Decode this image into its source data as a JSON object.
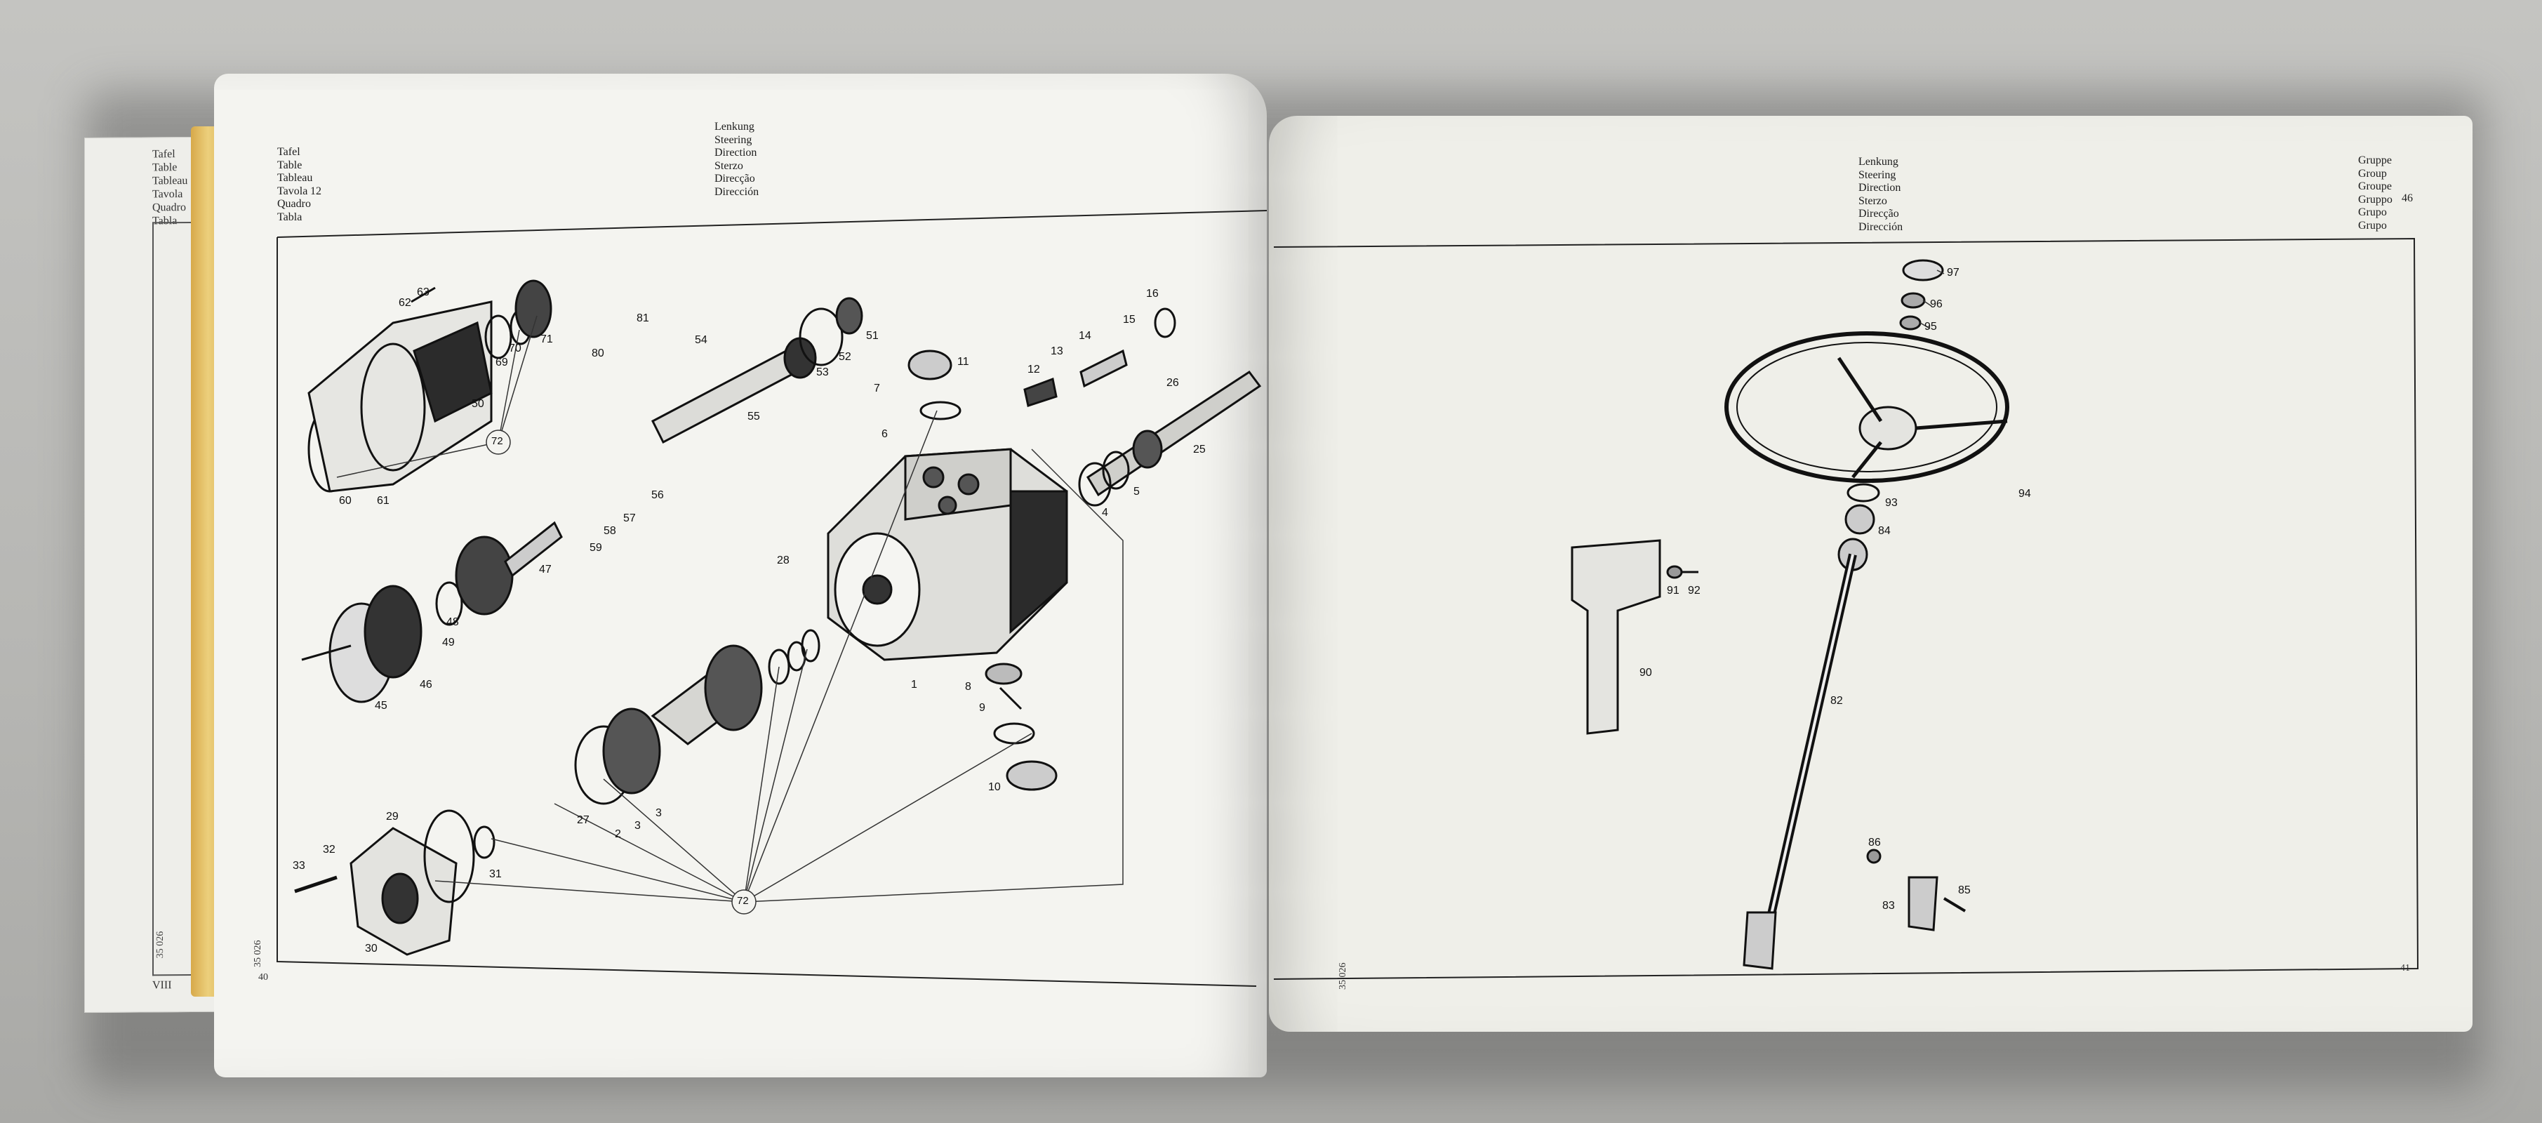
{
  "left_page": {
    "header_left": [
      "Tafel",
      "Table",
      "Tableau",
      "Tavola",
      "Quadro",
      "Tabla"
    ],
    "table_number": "12",
    "header_center": [
      "Lenkung",
      "Steering",
      "Direction",
      "Sterzo",
      "Direcção",
      "Dirección"
    ],
    "page_number": "40",
    "side_code": "35 026",
    "callout_number": "72",
    "part_labels": [
      "62",
      "63",
      "70",
      "71",
      "80",
      "81",
      "54",
      "52",
      "51",
      "16",
      "15",
      "11",
      "14",
      "13",
      "12",
      "26",
      "50",
      "69",
      "53",
      "55",
      "25",
      "60",
      "61",
      "7",
      "6",
      "5",
      "4",
      "59",
      "58",
      "57",
      "56",
      "47",
      "28",
      "48",
      "49",
      "45",
      "46",
      "1",
      "8",
      "9",
      "10",
      "29",
      "33",
      "32",
      "31",
      "30",
      "27",
      "2",
      "3"
    ]
  },
  "right_page": {
    "header_center": [
      "Lenkung",
      "Steering",
      "Direction",
      "Sterzo",
      "Direcção",
      "Dirección"
    ],
    "header_right": [
      "Gruppe",
      "Group",
      "Groupe",
      "Gruppo",
      "Grupo",
      "Grupo"
    ],
    "group_number": "46",
    "page_number": "41",
    "side_code": "35 026",
    "part_labels": [
      "97",
      "96",
      "95",
      "94",
      "93",
      "84",
      "91",
      "92",
      "90",
      "82",
      "86",
      "83",
      "85"
    ]
  },
  "underlying_page": {
    "header_left": [
      "Tafel",
      "Table",
      "Tableau",
      "Tavola",
      "Quadro",
      "Tabla"
    ],
    "page_number": "VIII",
    "side_code": "35 026"
  }
}
